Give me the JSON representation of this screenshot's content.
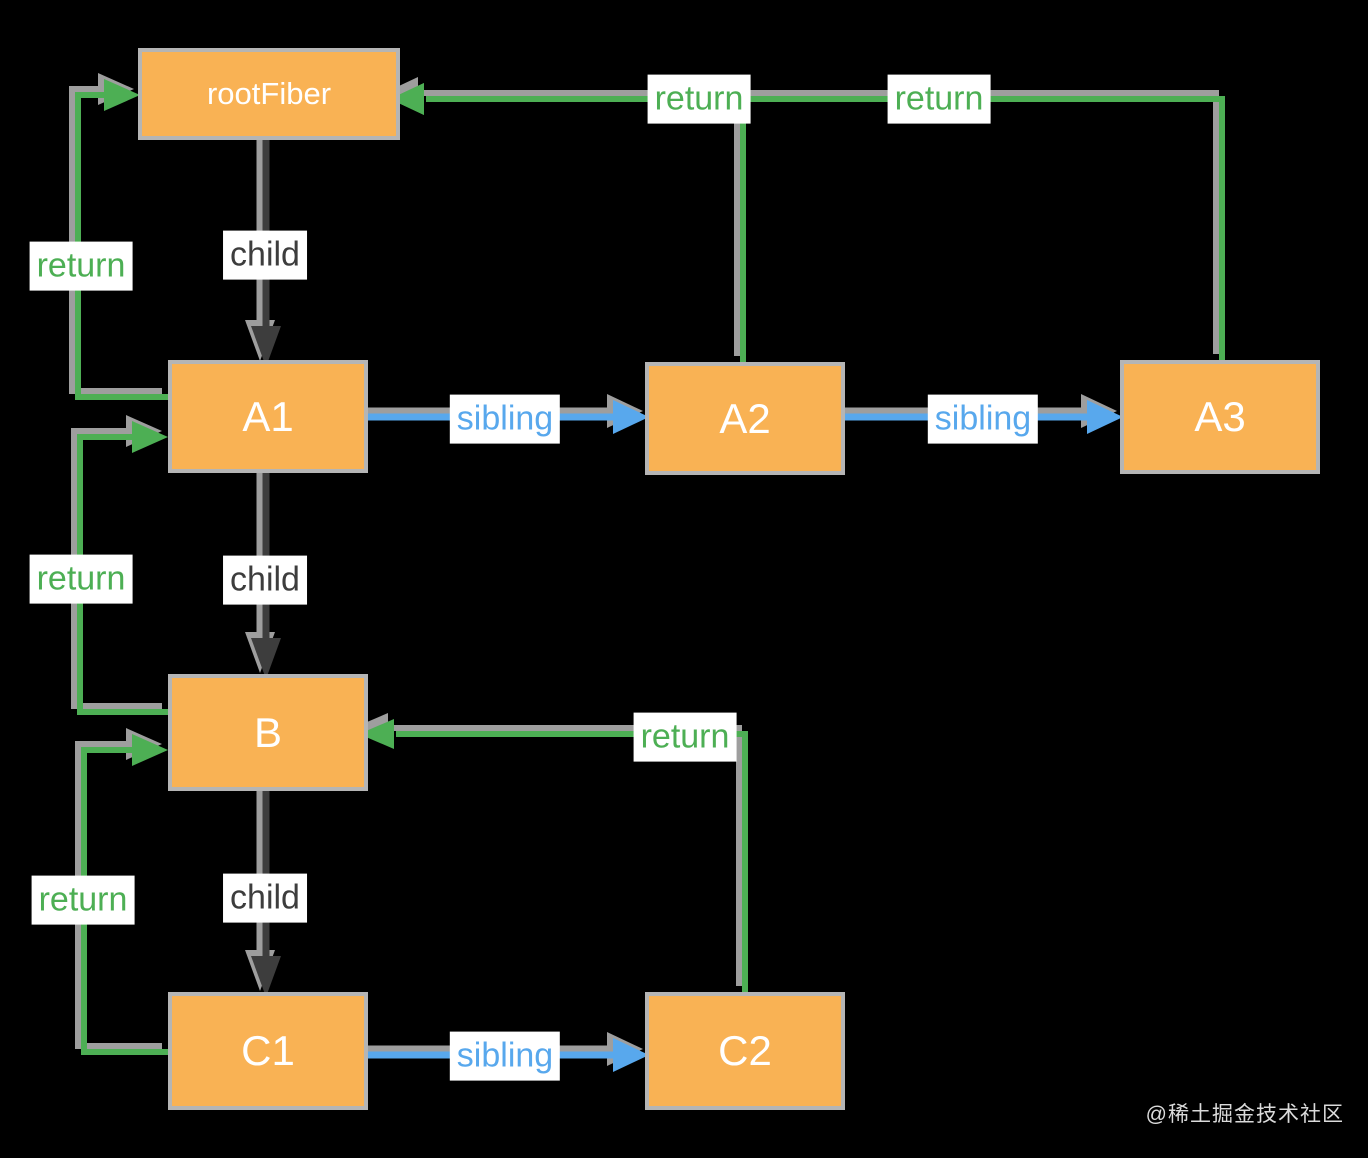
{
  "nodes": [
    {
      "id": "rootFiber",
      "label": "rootFiber"
    },
    {
      "id": "A1",
      "label": "A1"
    },
    {
      "id": "A2",
      "label": "A2"
    },
    {
      "id": "A3",
      "label": "A3"
    },
    {
      "id": "B",
      "label": "B"
    },
    {
      "id": "C1",
      "label": "C1"
    },
    {
      "id": "C2",
      "label": "C2"
    }
  ],
  "edges": [
    {
      "id": "child-rootfiber-a1",
      "type": "child",
      "from": "rootFiber",
      "to": "A1",
      "label": "child"
    },
    {
      "id": "child-a1-b",
      "type": "child",
      "from": "A1",
      "to": "B",
      "label": "child"
    },
    {
      "id": "child-b-c1",
      "type": "child",
      "from": "B",
      "to": "C1",
      "label": "child"
    },
    {
      "id": "sibling-a1-a2",
      "type": "sibling",
      "from": "A1",
      "to": "A2",
      "label": "sibling"
    },
    {
      "id": "sibling-a2-a3",
      "type": "sibling",
      "from": "A2",
      "to": "A3",
      "label": "sibling"
    },
    {
      "id": "sibling-c1-c2",
      "type": "sibling",
      "from": "C1",
      "to": "C2",
      "label": "sibling"
    },
    {
      "id": "return-a1-rootfiber",
      "type": "return",
      "from": "A1",
      "to": "rootFiber",
      "label": "return"
    },
    {
      "id": "return-b-a1",
      "type": "return",
      "from": "B",
      "to": "A1",
      "label": "return"
    },
    {
      "id": "return-c1-b",
      "type": "return",
      "from": "C1",
      "to": "B",
      "label": "return"
    },
    {
      "id": "return-a2-rootfiber",
      "type": "return",
      "from": "A2",
      "to": "rootFiber",
      "label": "return"
    },
    {
      "id": "return-a3-rootfiber",
      "type": "return",
      "from": "A3",
      "to": "rootFiber",
      "label": "return"
    },
    {
      "id": "return-c2-b",
      "type": "return",
      "from": "C2",
      "to": "B",
      "label": "return"
    }
  ],
  "watermark": {
    "text": "@稀土掘金技术社区"
  },
  "colors": {
    "background": "#000000",
    "node_fill": "#F9B254",
    "node_border": "#B5B5B5",
    "node_text": "#FFFFFF",
    "child_edge": "#3D3D3D",
    "sibling_edge": "#58A8ED",
    "return_edge": "#4DAF54",
    "edge_shadow": "#9E9E9E",
    "label_background": "#FFFFFF"
  }
}
